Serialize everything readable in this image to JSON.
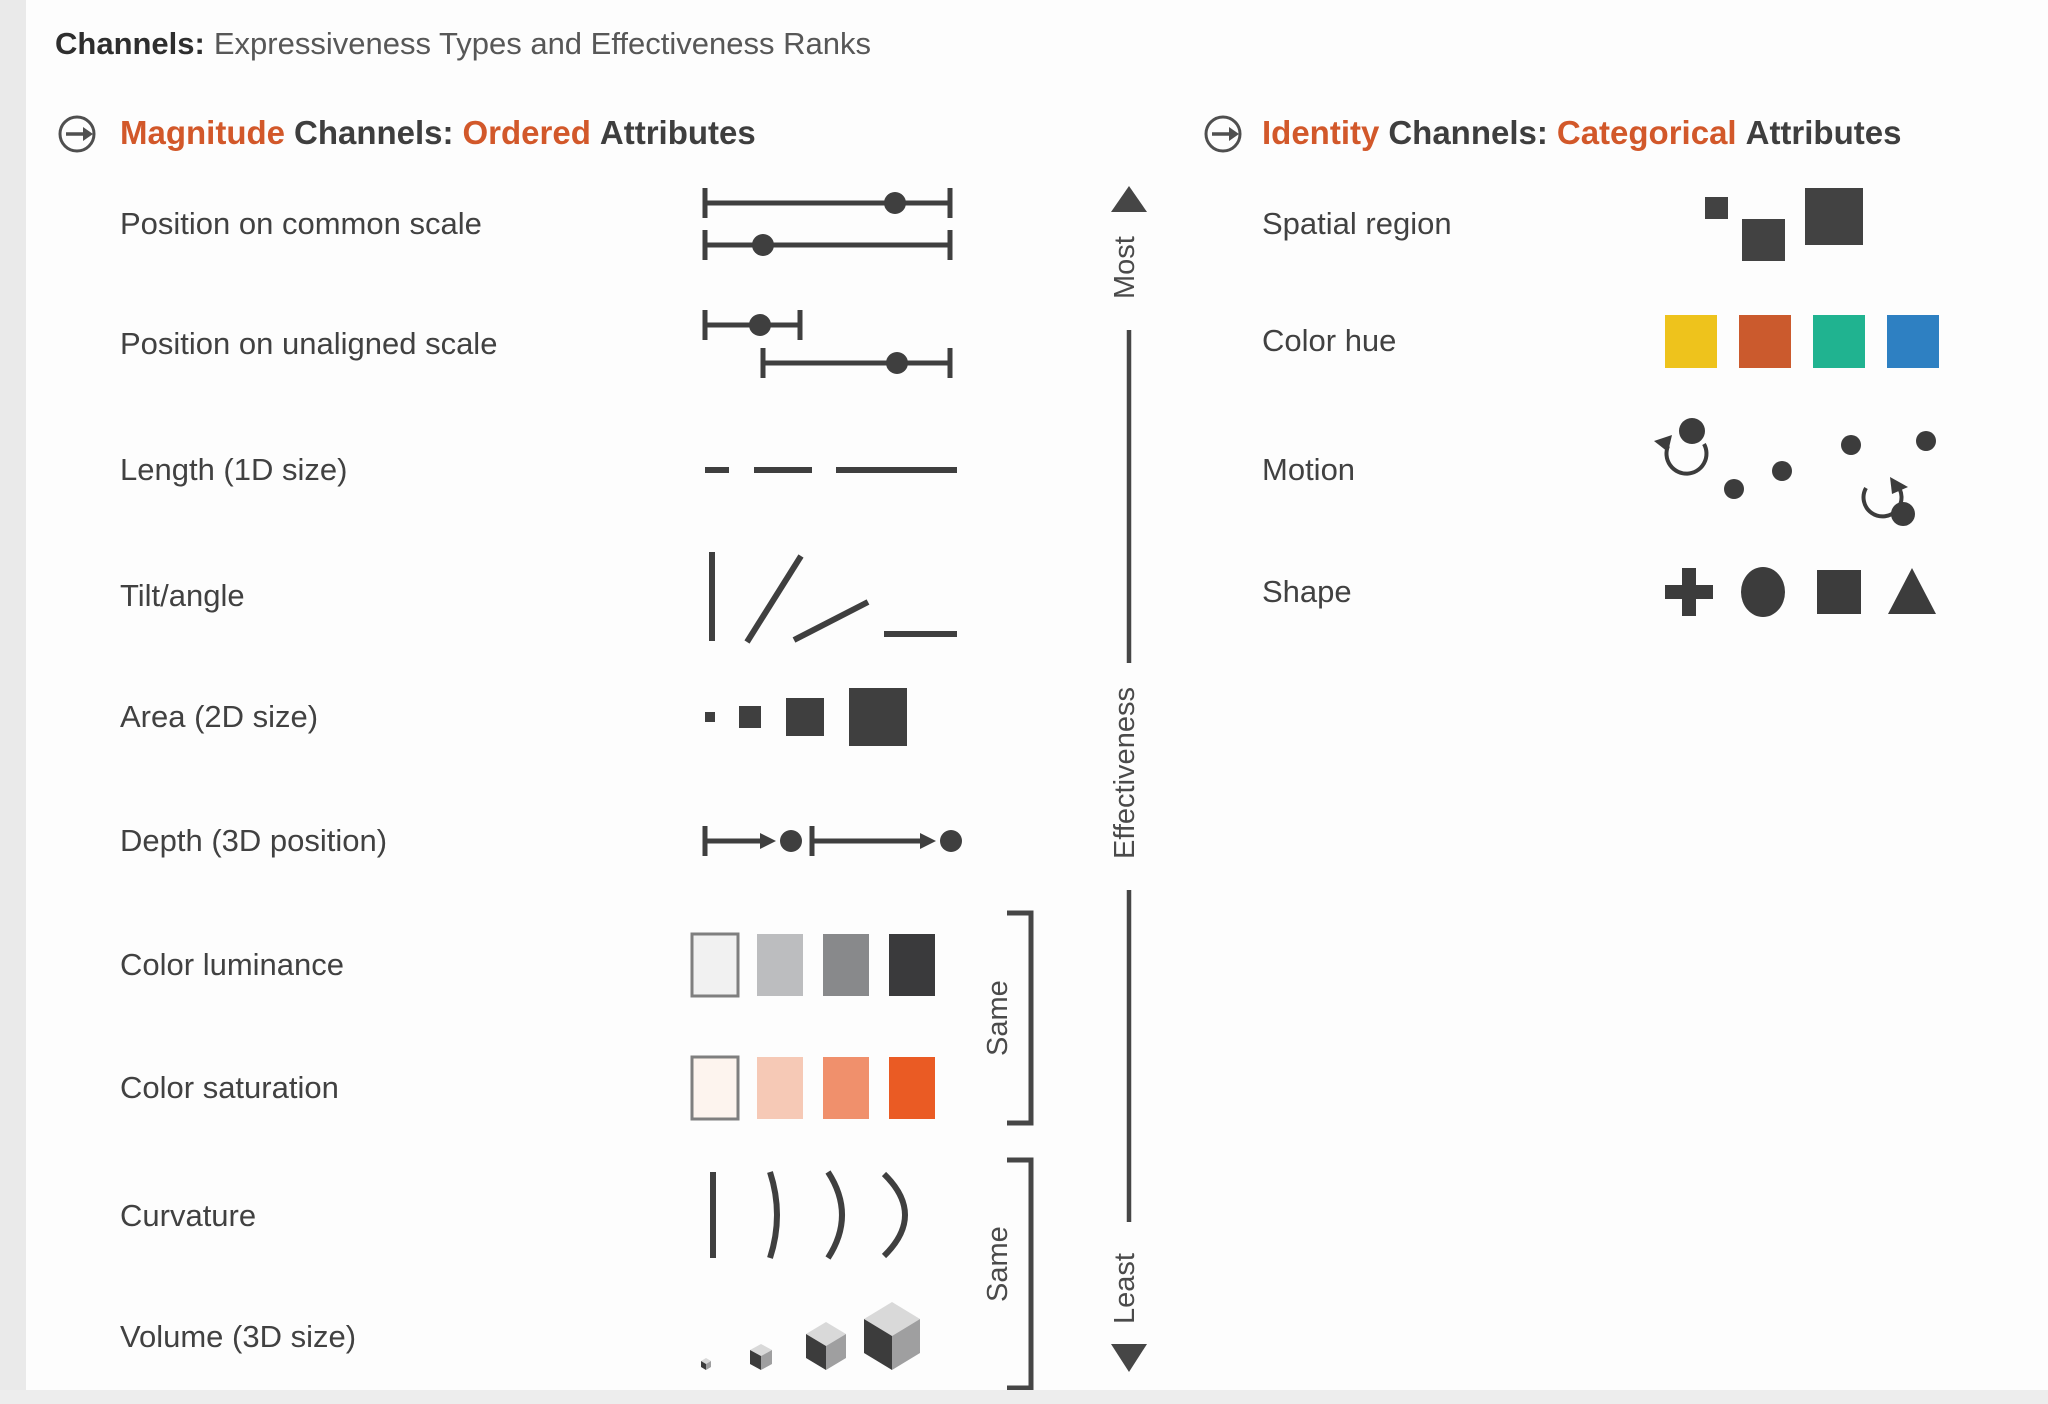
{
  "title": {
    "bold": "Channels:",
    "rest": "Expressiveness Types and Effectiveness Ranks"
  },
  "sections": {
    "magnitude": {
      "header": {
        "accent1": "Magnitude",
        "dark1": "Channels:",
        "accent2": "Ordered",
        "dark2": "Attributes"
      },
      "rows": [
        {
          "label": "Position on common scale"
        },
        {
          "label": "Position on unaligned scale"
        },
        {
          "label": "Length (1D size)"
        },
        {
          "label": "Tilt/angle"
        },
        {
          "label": "Area (2D size)"
        },
        {
          "label": "Depth (3D position)"
        },
        {
          "label": "Color luminance",
          "swatches": [
            "#f1f1f1",
            "#bcbdbf",
            "#88898b",
            "#3a3a3c"
          ]
        },
        {
          "label": "Color saturation",
          "swatches": [
            "#fdf4ee",
            "#f6c9b6",
            "#f0906c",
            "#ea5b24"
          ]
        },
        {
          "label": "Curvature"
        },
        {
          "label": "Volume (3D size)"
        }
      ]
    },
    "identity": {
      "header": {
        "accent1": "Identity",
        "dark1": "Channels:",
        "accent2": "Categorical",
        "dark2": "Attributes"
      },
      "rows": [
        {
          "label": "Spatial region"
        },
        {
          "label": "Color hue",
          "swatches": [
            "#eec31c",
            "#cb5a2d",
            "#20b390",
            "#2e80c2"
          ]
        },
        {
          "label": "Motion"
        },
        {
          "label": "Shape"
        }
      ]
    }
  },
  "axis": {
    "top": "Most",
    "middle": "Effectiveness",
    "bottom": "Least"
  },
  "brackets": [
    {
      "label": "Same"
    },
    {
      "label": "Same"
    }
  ],
  "icons": {
    "section-arrow": "→ in circle",
    "axis-arrow-up": "▲",
    "axis-arrow-down": "▼"
  },
  "colors": {
    "accent": "#d2582a",
    "ink": "#3f3f3f",
    "cube_top": "#d9d9d9",
    "cube_left": "#3c3c3c",
    "cube_right": "#9f9fa0"
  }
}
